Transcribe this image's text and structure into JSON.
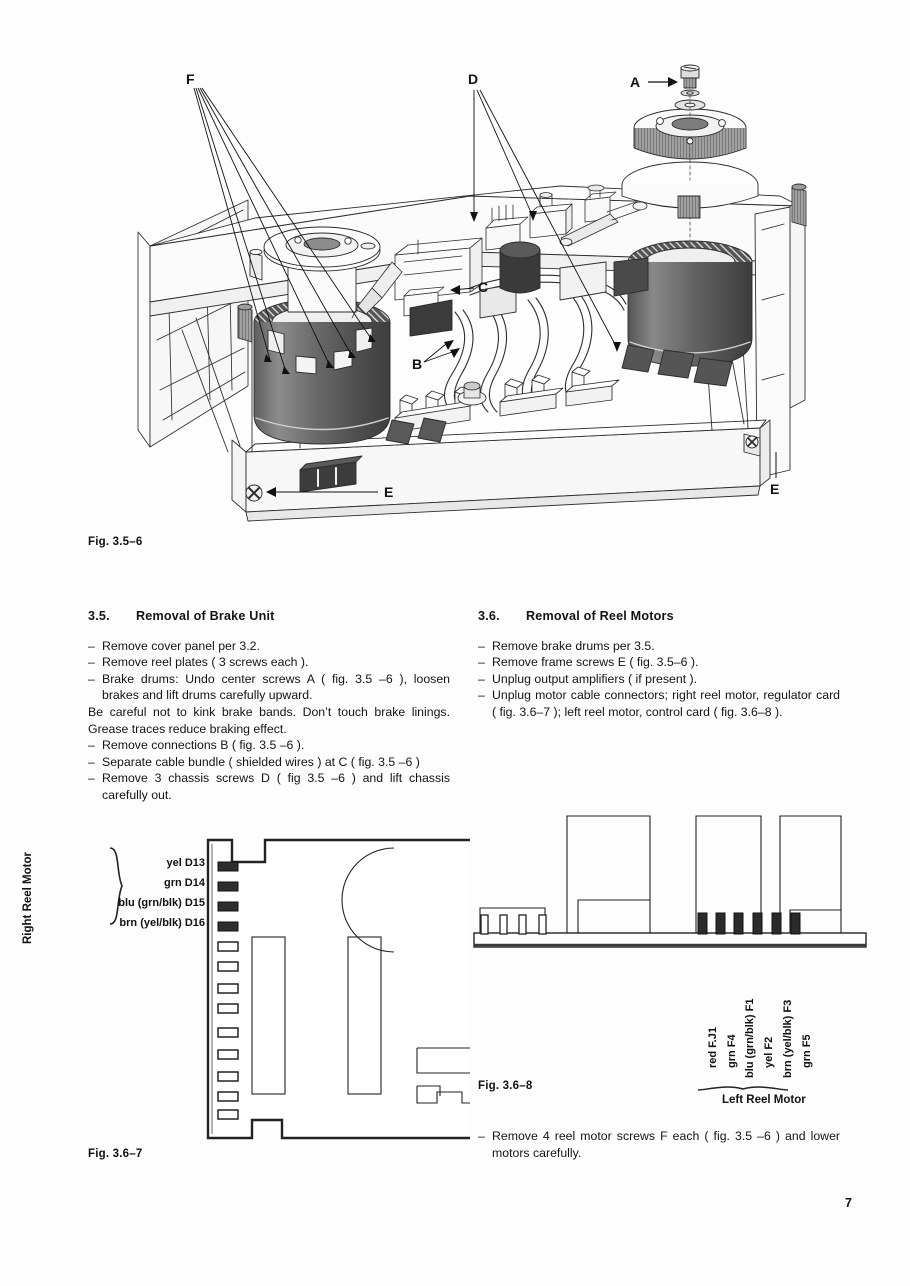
{
  "document": {
    "page_number": "7",
    "figure_top_caption": "Fig. 3.5–6",
    "figure_left_caption": "Fig. 3.6–7",
    "figure_right_caption": "Fig. 3.6–8"
  },
  "illustration": {
    "callouts": [
      {
        "id": "F",
        "label": "F"
      },
      {
        "id": "D",
        "label": "D"
      },
      {
        "id": "A",
        "label": "A"
      },
      {
        "id": "C",
        "label": "C"
      },
      {
        "id": "B",
        "label": "B"
      },
      {
        "id": "E_left",
        "label": "E"
      },
      {
        "id": "E_right",
        "label": "E"
      }
    ]
  },
  "sections": [
    {
      "number": "3.5.",
      "title": "Removal of Brake Unit",
      "items": [
        {
          "dash": true,
          "text": "Remove cover panel per 3.2."
        },
        {
          "dash": true,
          "text": "Remove reel plates  ( 3 screws each )."
        },
        {
          "dash": true,
          "text": "Brake drums: Undo center screws A ( fig. 3.5 –6 ), loosen brakes and lift drums carefully upward."
        },
        {
          "dash": false,
          "text": "Be careful not to kink brake bands. Don’t touch brake linings. Grease traces reduce braking effect."
        },
        {
          "dash": true,
          "text": "Remove connections B ( fig. 3.5 –6 )."
        },
        {
          "dash": true,
          "text": "Separate cable bundle ( shielded wires ) at C  ( fig. 3.5 –6 )"
        },
        {
          "dash": true,
          "text": "Remove 3 chassis screws D ( fig 3.5 –6 ) and lift chassis carefully out."
        }
      ]
    },
    {
      "number": "3.6.",
      "title": "Removal of Reel Motors",
      "items": [
        {
          "dash": true,
          "text": "Remove brake drums per 3.5."
        },
        {
          "dash": true,
          "text": "Remove frame screws E ( fig. 3.5–6 )."
        },
        {
          "dash": true,
          "text": "Unplug output amplifiers ( if present )."
        },
        {
          "dash": true,
          "text": "Unplug motor cable connectors; right reel motor, regulator card ( fig. 3.6–7 ); left reel motor, control card ( fig. 3.6–8 )."
        }
      ]
    }
  ],
  "figure_367": {
    "group_label": "Right Reel Motor",
    "pins": [
      {
        "text": "yel D13"
      },
      {
        "text": "grn D14"
      },
      {
        "text": "blu (grn/blk) D15"
      },
      {
        "text": "brn (yel/blk) D16"
      }
    ]
  },
  "figure_368": {
    "group_label": "Left Reel Motor",
    "pins": [
      {
        "text": "red F.J1"
      },
      {
        "text": "grn F4"
      },
      {
        "text": "blu (grn/blk) F1"
      },
      {
        "text": "yel F2"
      },
      {
        "text": "brn (yel/blk) F3"
      },
      {
        "text": "grn F5"
      }
    ]
  },
  "bottom_note": {
    "dash": "–",
    "text": "Remove 4 reel  motor screws F each ( fig. 3.5 –6 ) and lower motors carefully."
  },
  "colors": {
    "ink": "#1a1a1a",
    "line": "#333333",
    "fill_light": "#f2f2f2",
    "fill_mid": "#b9b9b9",
    "fill_dark": "#6e6e6e",
    "paper": "#fdfdfd"
  }
}
